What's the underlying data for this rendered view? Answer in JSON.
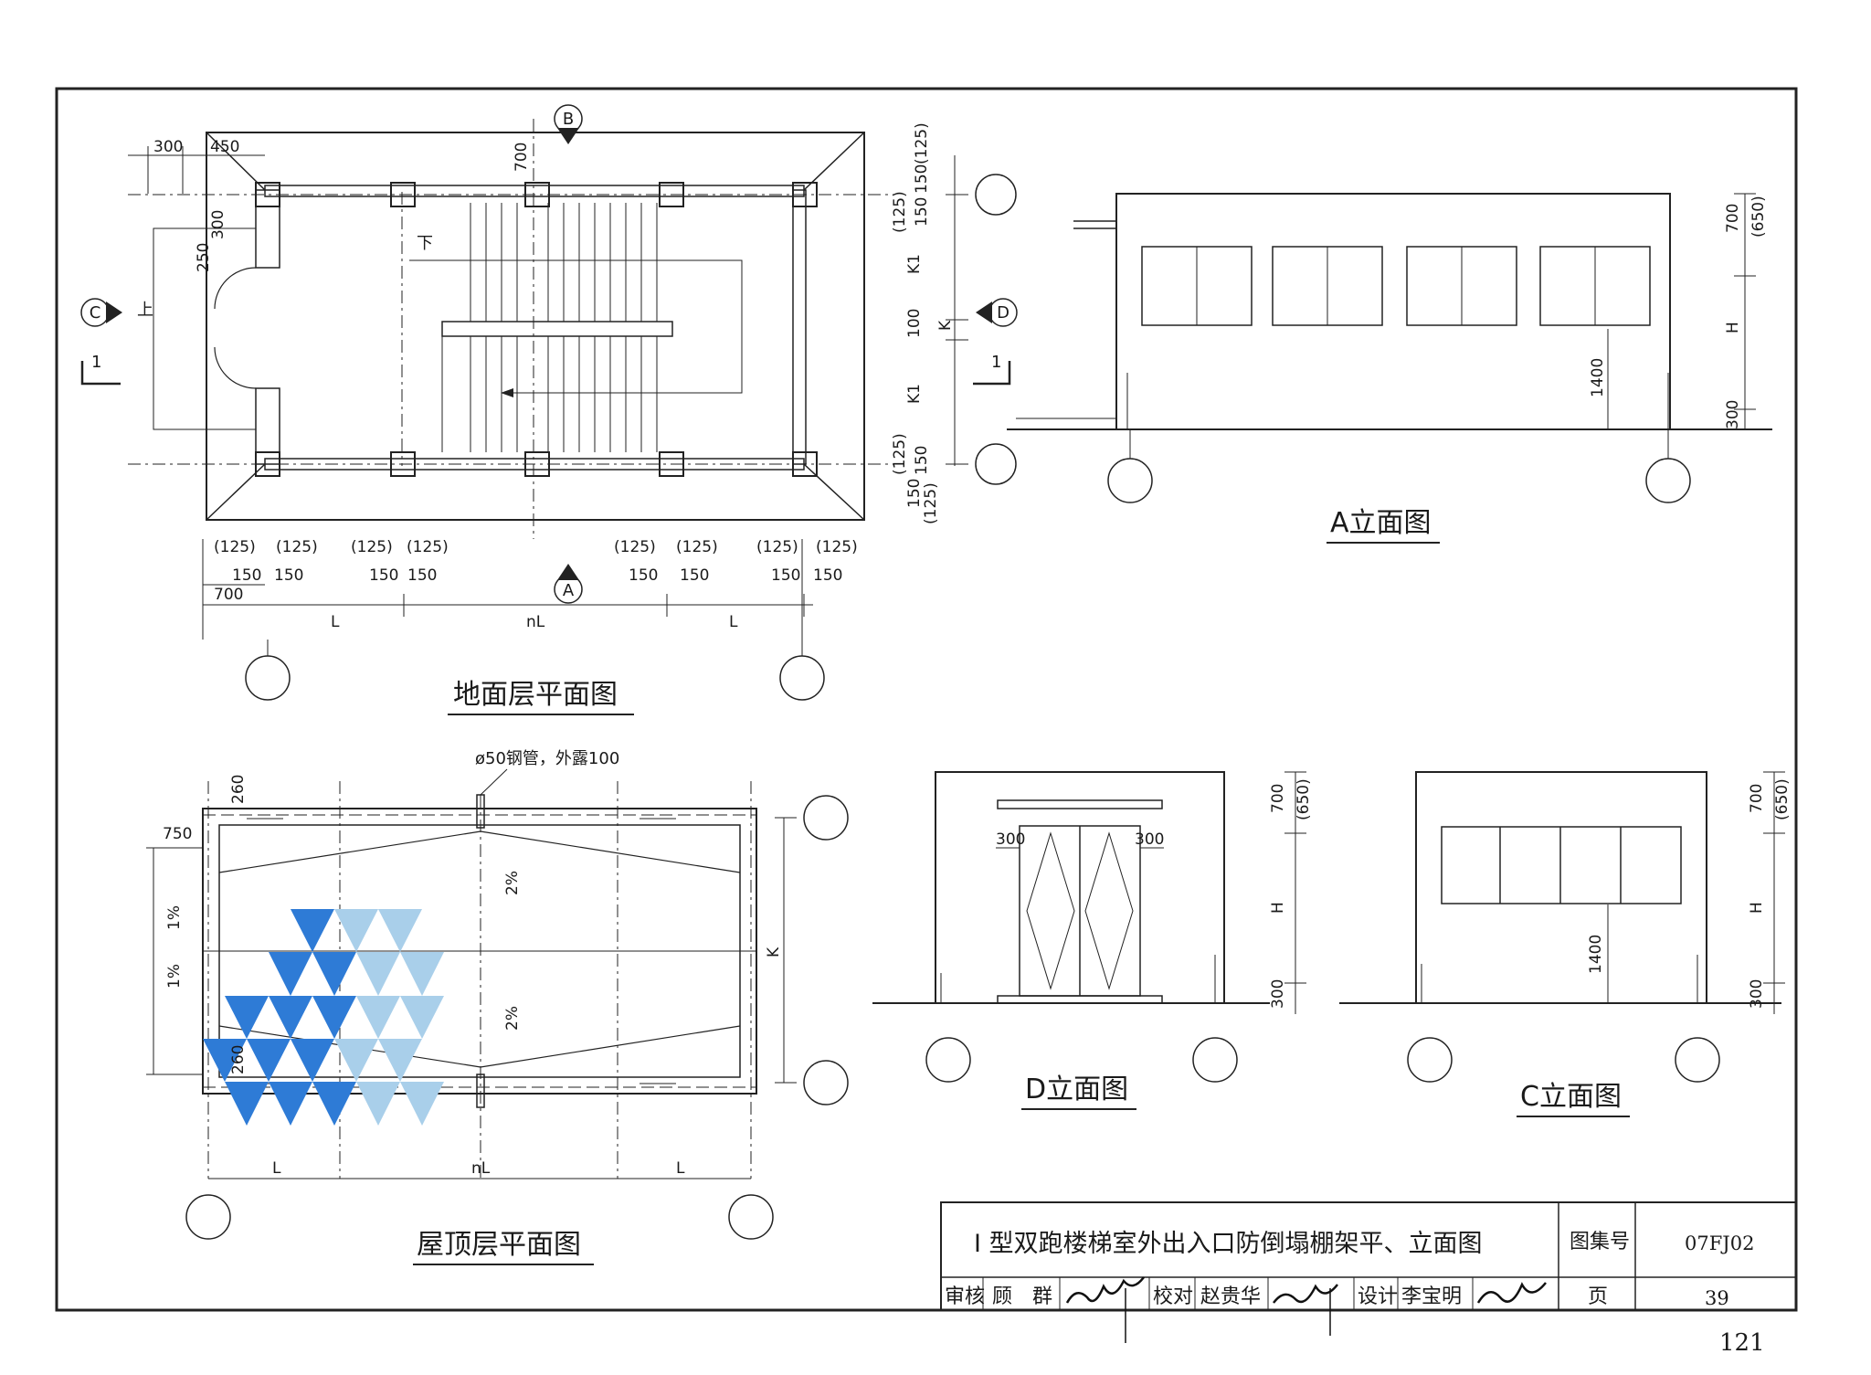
{
  "ground_plan": {
    "title": "地面层平面图",
    "top_dims": [
      "300",
      "450",
      "700"
    ],
    "side_dims": [
      "300",
      "250"
    ],
    "col_dims_a": [
      "(125)",
      "(125)",
      "(125)",
      "(125)",
      "(125)",
      "(125)",
      "(125)",
      "(125)"
    ],
    "col_dims_b": [
      "150",
      "150",
      "150",
      "150",
      "150",
      "150",
      "150",
      "150"
    ],
    "left_700": "700",
    "bottom_spans": [
      "L",
      "nL",
      "L"
    ],
    "right_dims": [
      "(125)",
      "150",
      "150",
      "(125)",
      "K1",
      "100",
      "K",
      "K1",
      "(125)",
      "150",
      "150",
      "(125)"
    ],
    "marks": {
      "down": "下",
      "up": "上",
      "section": "1",
      "B": "B",
      "A": "A",
      "C": "C",
      "D": "D"
    }
  },
  "roof_plan": {
    "title": "屋顶层平面图",
    "pipe_note": "ø50钢管，外露100",
    "dims": [
      "260",
      "750",
      "260"
    ],
    "slopes": [
      "2%",
      "2%",
      "1%",
      "1%"
    ],
    "K": "K",
    "bottom_spans": [
      "L",
      "nL",
      "L"
    ]
  },
  "elev_a": {
    "title": "A立面图",
    "dims": [
      "700",
      "(650)",
      "H",
      "1400",
      "300"
    ]
  },
  "elev_d": {
    "title": "D立面图",
    "dims": [
      "700",
      "(650)",
      "H",
      "300",
      "300",
      "300"
    ]
  },
  "elev_c": {
    "title": "C立面图",
    "dims": [
      "700",
      "(650)",
      "H",
      "1400",
      "300"
    ]
  },
  "title_block": {
    "drawing_title": "I 型双跑楼梯室外出入口防倒塌棚架平、立面图",
    "atlas_label": "图集号",
    "atlas_no": "07FJ02",
    "review_label": "审核",
    "reviewer": "顾　群",
    "check_label": "校对",
    "checker": "赵贵华",
    "design_label": "设计",
    "designer": "李宝明",
    "page_label": "页",
    "page_no": "39"
  },
  "page_number": "121",
  "watermark_colors": [
    "#2e7bd6",
    "#a9cfea"
  ]
}
